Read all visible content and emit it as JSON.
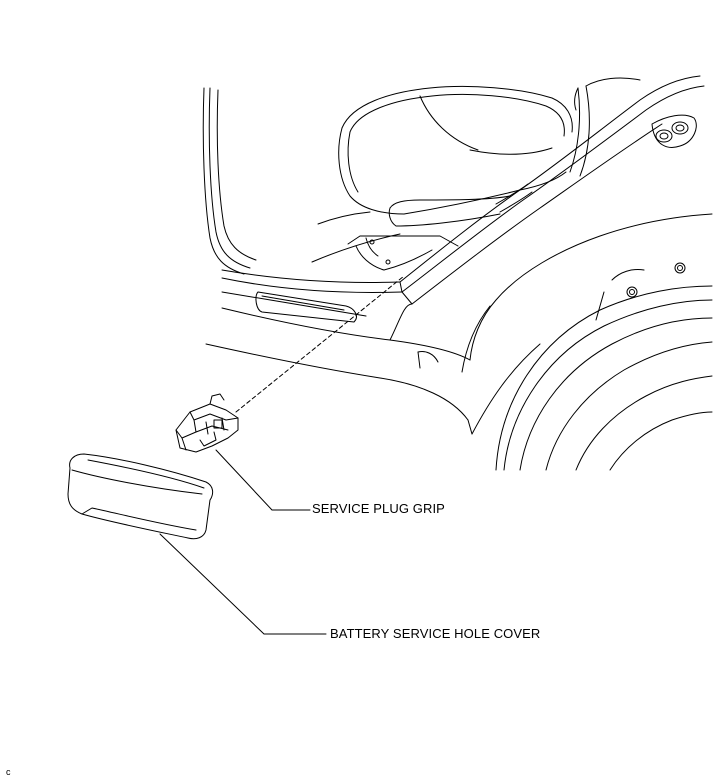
{
  "callouts": {
    "service_plug_grip": "SERVICE PLUG GRIP",
    "battery_service_hole_cover": "BATTERY SERVICE HOLE COVER"
  },
  "corner_mark": "c",
  "colors": {
    "line": "#000000",
    "background": "#ffffff"
  }
}
